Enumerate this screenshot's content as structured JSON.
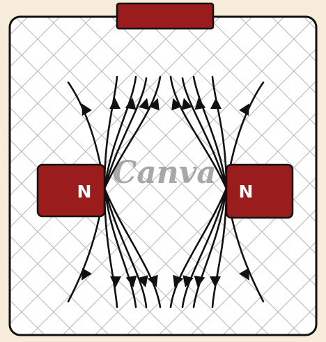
{
  "diagram": {
    "magnet_left": {
      "pole_label": "N"
    },
    "magnet_right": {
      "pole_label": "N"
    },
    "watermark": "Canva",
    "field_line_direction": "away-from-north-poles",
    "colors": {
      "background": "#f7ecd9",
      "board": "#ffffff",
      "grid": "#b8b8b8",
      "magnet": "#9b1c1c",
      "outline": "#111111",
      "pole_label": "#ffffff"
    },
    "icons": {
      "grid": "diagonal-lattice",
      "arrows": "triangle-arrowhead"
    }
  }
}
